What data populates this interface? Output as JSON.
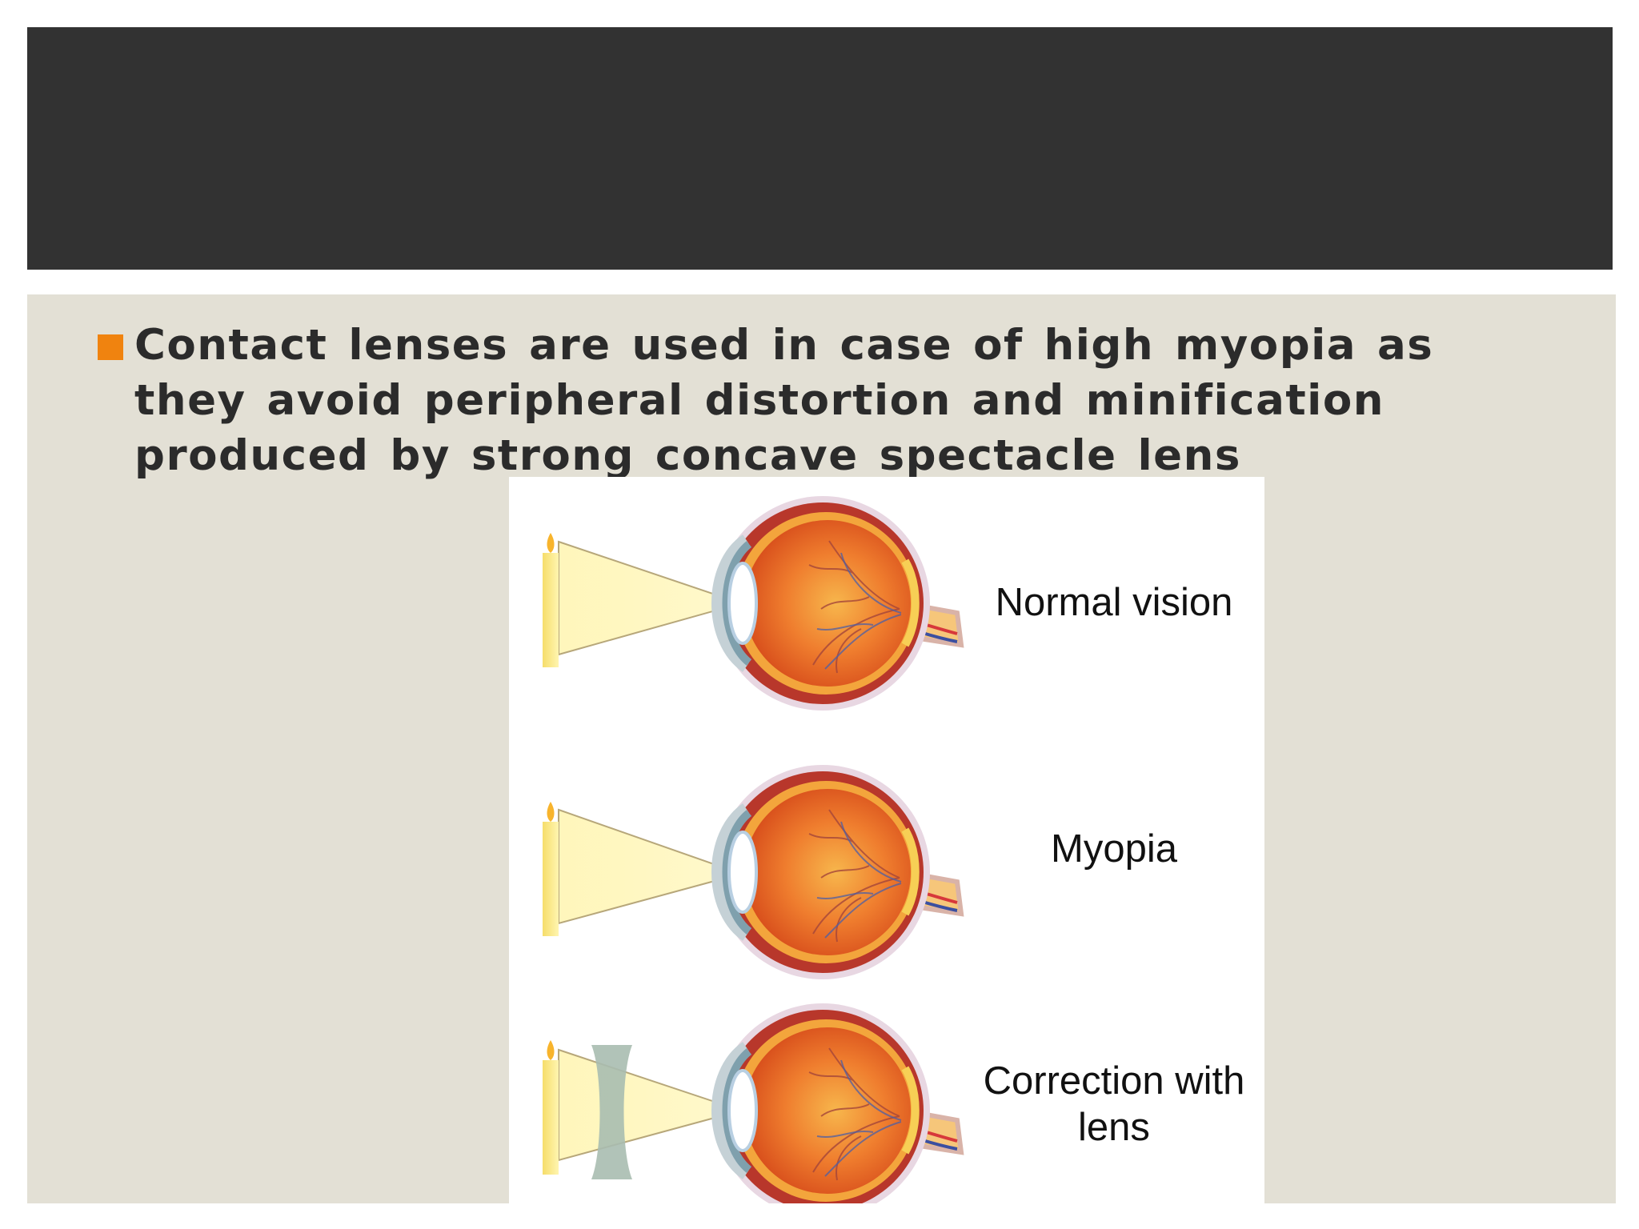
{
  "slide": {
    "bullet_text": "Contact lenses are used in case of high myopia as they  avoid peripheral distortion and minification produced  by strong concave spectacle lens",
    "bullet_color": "#f0830f"
  },
  "figure": {
    "panels": [
      {
        "caption": "Normal vision"
      },
      {
        "caption": "Myopia"
      },
      {
        "caption": "Correction with lens"
      }
    ]
  },
  "colors": {
    "title_band": "#323232",
    "panel_background": "#e3e0d5",
    "text": "#2b2b2b"
  }
}
